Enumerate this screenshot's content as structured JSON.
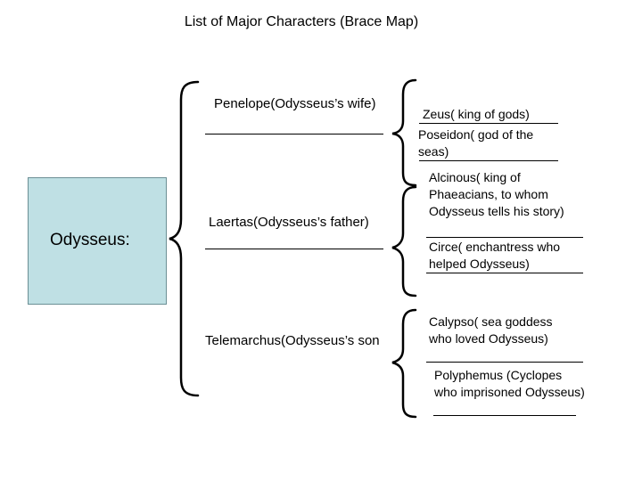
{
  "title": "List of Major Characters (Brace Map)",
  "root": {
    "label": "Odysseus:"
  },
  "branches": [
    {
      "label": "Penelope(Odysseus’s wife)",
      "children": [
        {
          "label": "Zeus( king of gods)"
        },
        {
          "label": "Poseidon( god of the seas)"
        }
      ]
    },
    {
      "label": "Laertas(Odysseus’s father)",
      "children": [
        {
          "label": "Alcinous( king of Phaeacians, to whom Odysseus tells his story)"
        },
        {
          "label": "Circe( enchantress who helped Odysseus)"
        }
      ]
    },
    {
      "label": "Telemarchus(Odysseus’s son",
      "children": [
        {
          "label": "Calypso( sea goddess who loved Odysseus)"
        },
        {
          "label": "Polyphemus (Cyclopes who imprisoned Odysseus)"
        }
      ]
    }
  ]
}
